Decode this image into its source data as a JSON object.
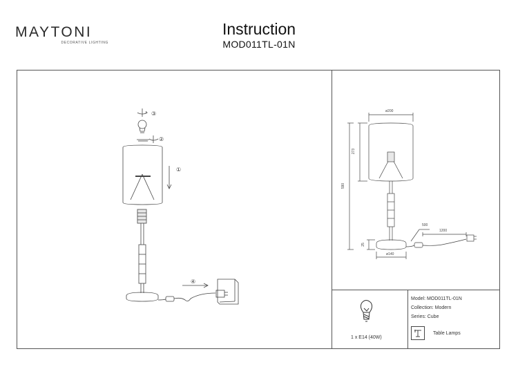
{
  "brand": {
    "name": "MAYTONI",
    "tagline": "DECORATIVE LIGHTING"
  },
  "header": {
    "title": "Instruction",
    "model": "MOD011TL-01N"
  },
  "assembly_steps": [
    "3",
    "2",
    "1",
    "4"
  ],
  "dimensions": {
    "shade_diameter": "ø200",
    "shade_height": "273",
    "total_height": "590",
    "base_height": "25",
    "base_diameter": "ø140",
    "switch_cable": "500",
    "plug_cable": "1200"
  },
  "bulb": {
    "spec": "1 x E14 (40W)"
  },
  "specs": {
    "model": "Model: MOD011TL-01N",
    "collection": "Collection: Modern",
    "series": "Series: Cube",
    "category": "Table Lamps"
  },
  "colors": {
    "line": "#555555",
    "text": "#222222"
  }
}
